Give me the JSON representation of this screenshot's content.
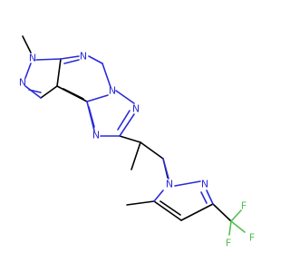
{
  "colors": {
    "carbon": "#000000",
    "nitrogen": "#2a2ad8",
    "fluorine": "#4ec24e",
    "background": "#ffffff"
  },
  "atoms": {
    "n_methyl_pyrazole": "N",
    "n_pyrazole_2": "N",
    "n_pyrimidine_top": "N",
    "n_triazole_bridge": "N",
    "n_triazole_right": "N",
    "n_triazole_left": "N",
    "n_pyrazole_lower_1": "N",
    "n_pyrazole_lower_2": "N",
    "f_top": "F",
    "f_right": "F",
    "f_bottom": "F"
  }
}
